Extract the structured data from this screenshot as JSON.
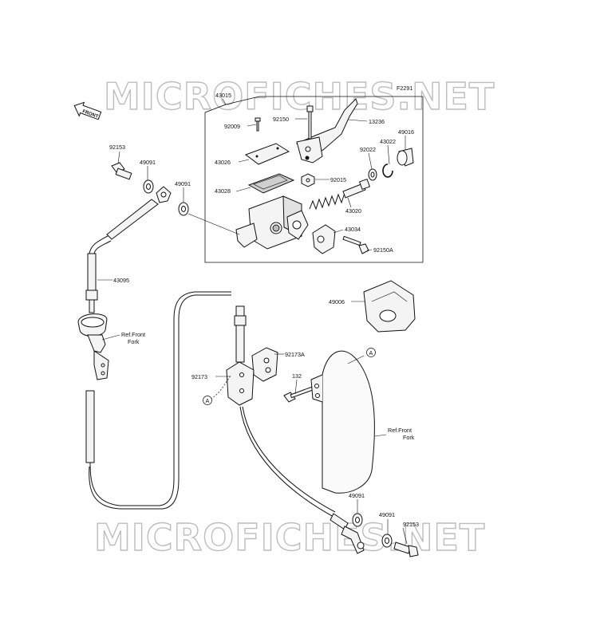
{
  "watermark": "MICROFICHES.NET",
  "diagram_code": "F2291",
  "front_label": "FRONT",
  "callouts": {
    "p43015": "43015",
    "p92009": "92009",
    "p92150": "92150",
    "p13236": "13236",
    "p49016": "49016",
    "p43022": "43022",
    "p92022": "92022",
    "p43026": "43026",
    "p92015": "92015",
    "p43028": "43028",
    "p43020": "43020",
    "p43034": "43034",
    "p92150A": "92150A",
    "p92153_top": "92153",
    "p49091_top_left": "49091",
    "p49091_top_mid": "49091",
    "p43095": "43095",
    "ref_front_fork_left_1": "Ref.Front",
    "ref_front_fork_left_2": "Fork",
    "p49006": "49006",
    "p92173A": "92173A",
    "p92173": "92173",
    "p132": "132",
    "ref_front_fork_right_1": "Ref.Front",
    "ref_front_fork_right_2": "Fork",
    "p49091_bottom_1": "49091",
    "p49091_bottom_2": "49091",
    "p92153_bottom": "92153",
    "marker_a_1": "A",
    "marker_a_2": "A"
  }
}
